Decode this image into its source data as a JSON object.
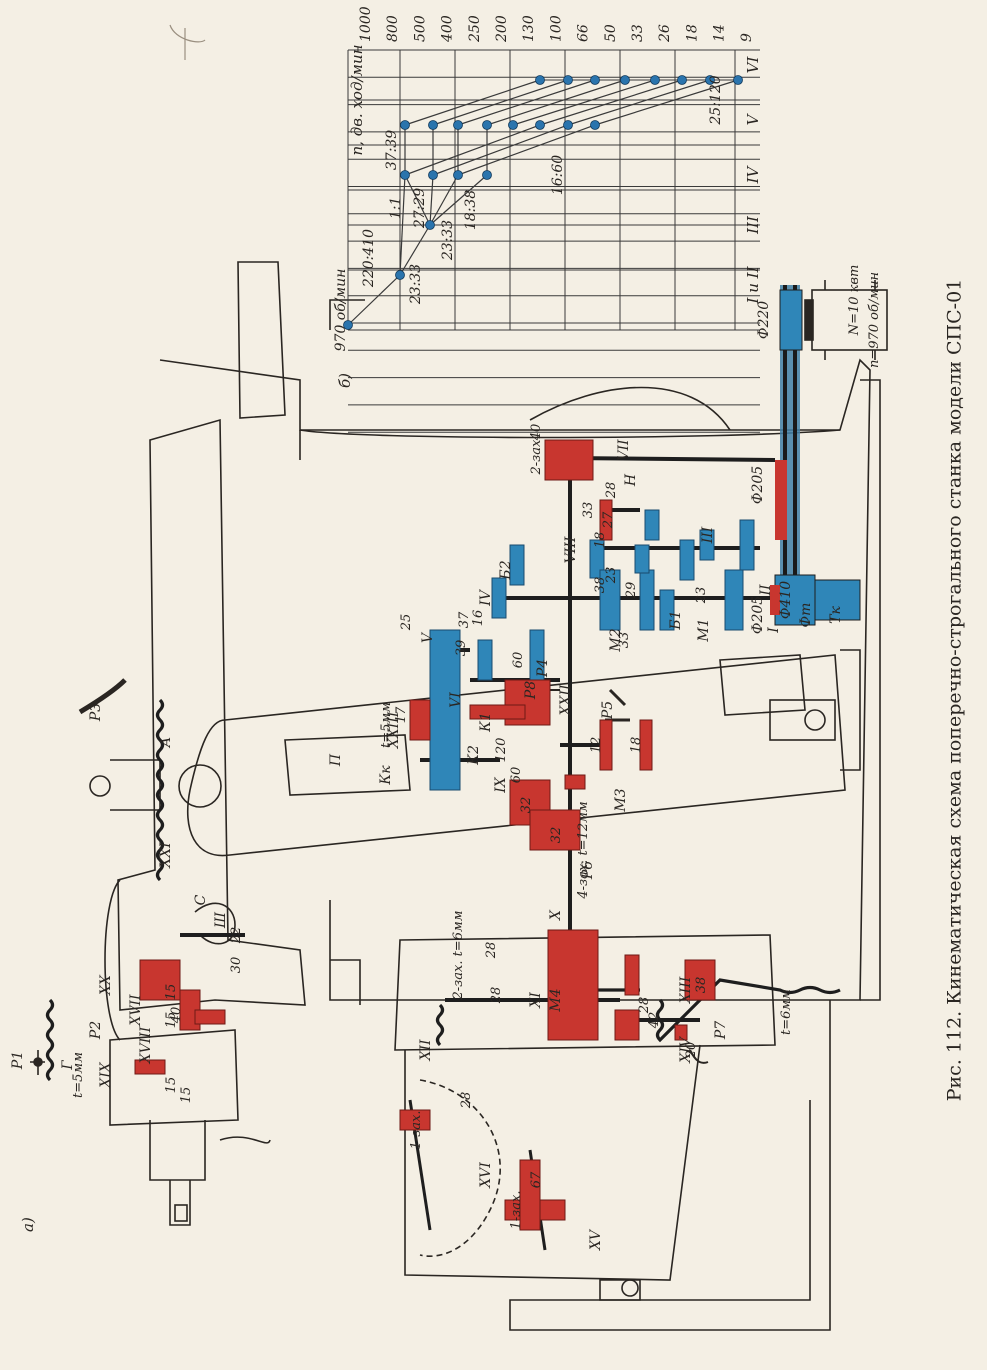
{
  "caption": "Рис. 112. Кинематическая схема поперечно-строгального станка модели СПС-01",
  "panel_labels": {
    "a": "а)",
    "b": "б)"
  },
  "colors": {
    "paper": "#f4efe4",
    "ink": "#2a2622",
    "blue": "#2f86b8",
    "red": "#c8362f",
    "grid": "#3a3a3a",
    "node": "#2a74ad"
  },
  "nomogram": {
    "speed_header": "n, дв. ход/мин",
    "motor_speed": "970 об/мин",
    "speeds": [
      "1000",
      "800",
      "500",
      "400",
      "250",
      "200",
      "130",
      "100",
      "66",
      "50",
      "33",
      "26",
      "18",
      "14",
      "9"
    ],
    "shafts": [
      "I и II",
      "III",
      "IV",
      "V",
      "VI"
    ],
    "ratios": [
      "220:410",
      "23:33",
      "1:1",
      "27:29",
      "23:33",
      "18:38",
      "37:39",
      "16:60",
      "25:120"
    ]
  },
  "machine": {
    "shafts": [
      "I",
      "II",
      "III",
      "IV",
      "V",
      "VI",
      "VII",
      "VIII",
      "IX",
      "X",
      "XI",
      "XII",
      "XIII",
      "XIV",
      "XV",
      "XVI",
      "XVII",
      "XVIII",
      "XIX",
      "XX",
      "XXI",
      "XXII",
      "XXIII"
    ],
    "gears_blue": [
      "25",
      "37",
      "16",
      "39",
      "60",
      "18",
      "23",
      "27",
      "33",
      "38",
      "33",
      "29",
      "23",
      "120"
    ],
    "gears_red": [
      "40",
      "28",
      "17",
      "12",
      "18",
      "32",
      "32",
      "60",
      "28",
      "28",
      "28",
      "42",
      "38",
      "20",
      "22",
      "30",
      "15",
      "15",
      "40",
      "15",
      "15",
      "28",
      "67"
    ],
    "pulleys": [
      "Ф205",
      "Ф205",
      "Ф410",
      "Ф220"
    ],
    "blocks": [
      "Б1",
      "Б2"
    ],
    "couplings": [
      "М1",
      "М2",
      "М3",
      "М4"
    ],
    "handles": [
      "P1",
      "P2",
      "P3",
      "P4",
      "P5",
      "P6",
      "P7",
      "P8"
    ],
    "letters": [
      "A",
      "C",
      "Ш",
      "Г",
      "П",
      "Н",
      "Кк",
      "К1",
      "К2",
      "Фт",
      "Тк"
    ],
    "screws": [
      "t=5мм",
      "t=5мм",
      "t=6мм",
      "2-зах. t=6мм",
      "4-зах. t=12мм",
      "2-зах.",
      "1-зах.",
      "1-зах."
    ],
    "motor": [
      "N=10 квт",
      "n=970 об/мин"
    ]
  }
}
